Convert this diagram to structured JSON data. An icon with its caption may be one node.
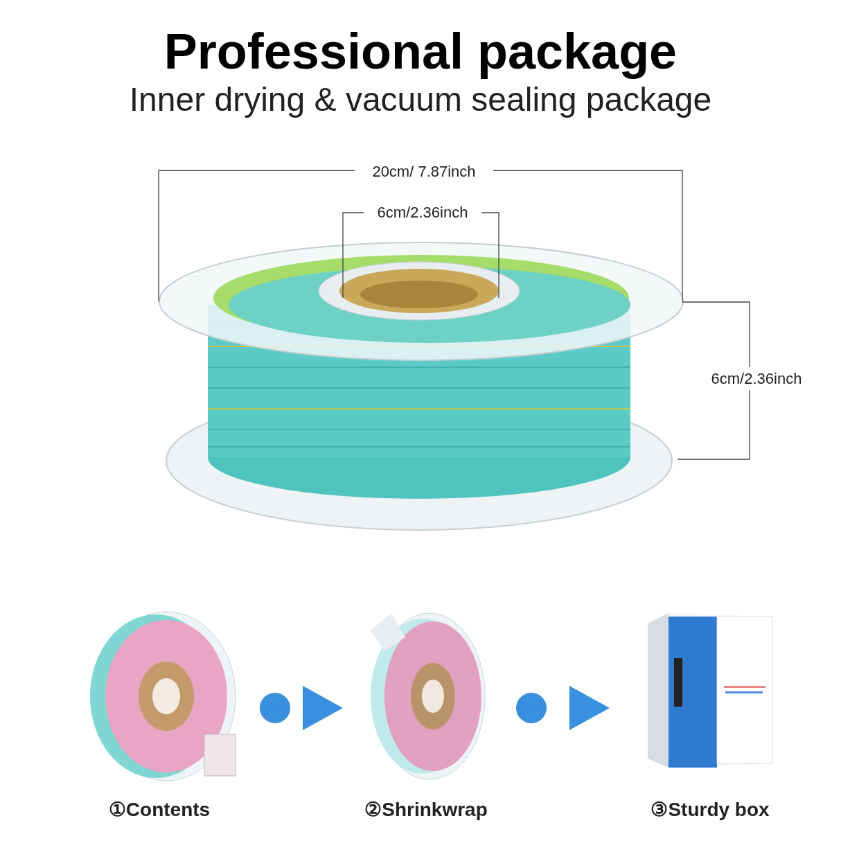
{
  "diagram": {
    "title": "Professional package",
    "caption": "Inner drying & vacuum sealing package",
    "nodes": [
      {
        "text": [
          "①Contents"
        ]
      },
      {
        "text": [
          "②Shrinkwrap"
        ]
      },
      {
        "text": [
          "③Sturdy box"
        ]
      }
    ],
    "edges": [
      {
        "from": 0,
        "to": 1,
        "arrow": "to",
        "color": "#3a8fde"
      },
      {
        "from": 1,
        "to": 2,
        "arrow": "to",
        "color": "#3a8fde"
      }
    ],
    "labels": [
      "20cm/ 7.87inch",
      "6cm/2.36inch",
      "6cm/2.36inch"
    ]
  }
}
